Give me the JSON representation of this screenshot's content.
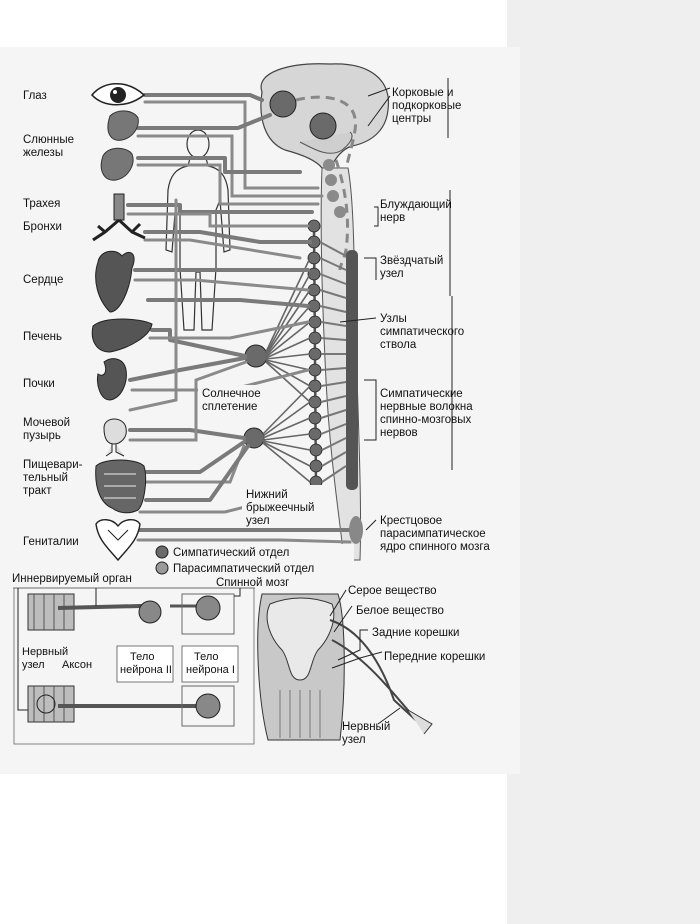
{
  "organs": {
    "eye": "Глаз",
    "salivary_1": "Слюнные",
    "salivary_2": "железы",
    "trachea": "Трахея",
    "bronchi": "Бронхи",
    "heart": "Сердце",
    "liver": "Печень",
    "kidneys": "Почки",
    "bladder_1": "Мочевой",
    "bladder_2": "пузырь",
    "digestive_1": "Пищевари-",
    "digestive_2": "тельный",
    "digestive_3": "тракт",
    "genitals": "Гениталии"
  },
  "right_labels": {
    "cortical_1": "Корковые и",
    "cortical_2": "подкорковые",
    "cortical_3": "центры",
    "vagus_1": "Блуждающий",
    "vagus_2": "нерв",
    "stellate_1": "Звёздчатый",
    "stellate_2": "узел",
    "trunk_1": "Узлы",
    "trunk_2": "симпатического",
    "trunk_3": "ствола",
    "fibers_1": "Симпатические",
    "fibers_2": "нервные волокна",
    "fibers_3": "спинно-мозговых",
    "fibers_4": "нервов",
    "sacral_1": "Крестцовое",
    "sacral_2": "парасимпатическое",
    "sacral_3": "ядро спинного мозга"
  },
  "center_labels": {
    "solar_1": "Солнечное",
    "solar_2": "сплетение",
    "mesenteric_1": "Нижний",
    "mesenteric_2": "брыжеечный",
    "mesenteric_3": "узел"
  },
  "legend": {
    "sympathetic": "Симпатический отдел",
    "parasympathetic": "Парасимпатический отдел",
    "sympathetic_color": "#6a6a6a",
    "parasympathetic_color": "#9a9a9a"
  },
  "bottom": {
    "innervated_organ": "Иннервируемый орган",
    "spinal_cord": "Спинной мозг",
    "ganglion_1": "Нервный",
    "ganglion_2": "узел",
    "axon": "Аксон",
    "neuron2_1": "Тело",
    "neuron2_2": "нейрона II",
    "neuron1_1": "Тело",
    "neuron1_2": "нейрона I",
    "grey_matter": "Серое вещество",
    "white_matter": "Белое вещество",
    "dorsal_roots": "Задние корешки",
    "ventral_roots": "Передние корешки",
    "nerve_node_1": "Нервный",
    "nerve_node_2": "узел"
  }
}
